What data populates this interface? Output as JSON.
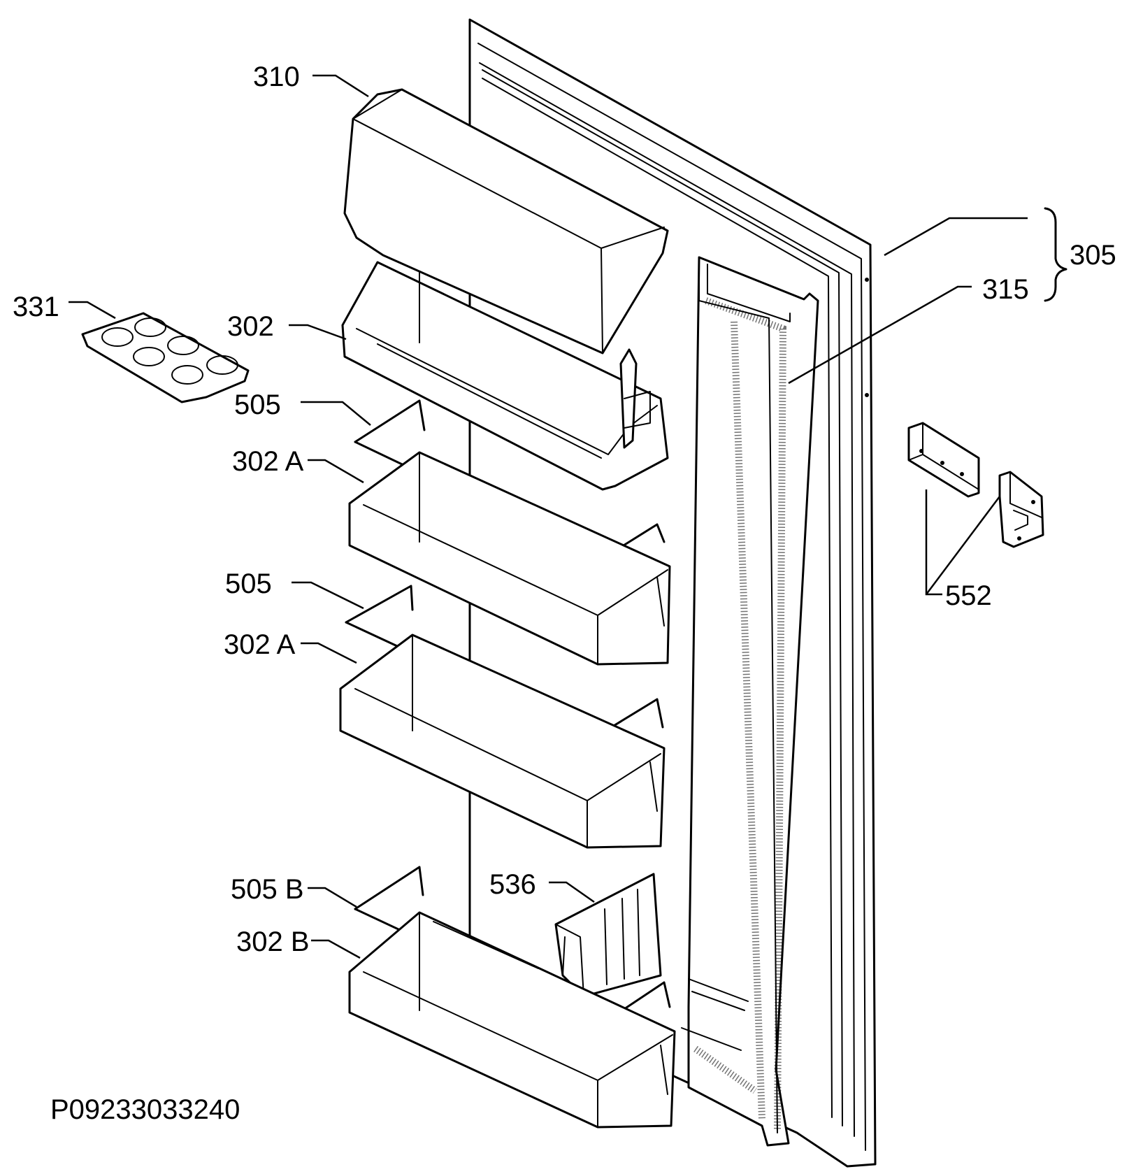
{
  "diagram_code": "P09233033240",
  "labels": {
    "l310": "310",
    "l331": "331",
    "l302": "302",
    "l505a": "505",
    "l302a1": "302 A",
    "l505b": "505",
    "l302a2": "302 A",
    "l505B": "505 B",
    "l302B": "302 B",
    "l536": "536",
    "l305": "305",
    "l315": "315",
    "l552": "552"
  }
}
